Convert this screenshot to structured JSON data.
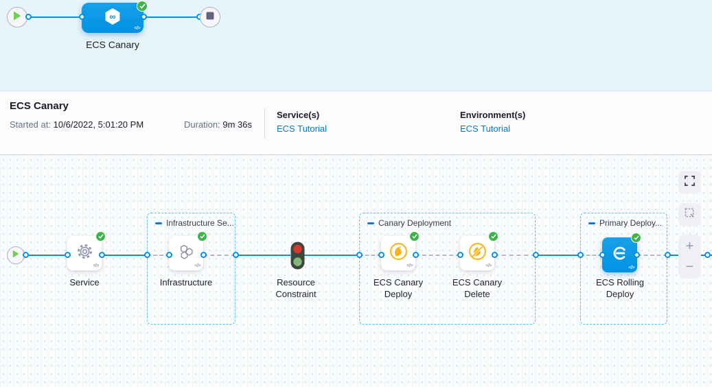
{
  "minimap": {
    "stage_label": "ECS Canary"
  },
  "header": {
    "title": "ECS Canary",
    "started_label": "Started at:",
    "started_value": "10/6/2022, 5:01:20 PM",
    "duration_label": "Duration:",
    "duration_value": "9m 36s",
    "services_label": "Service(s)",
    "services_link": "ECS Tutorial",
    "environments_label": "Environment(s)",
    "environments_link": "ECS Tutorial"
  },
  "graph": {
    "groups": [
      {
        "label": "Infrastructure Se..."
      },
      {
        "label": "Canary Deployment"
      },
      {
        "label": "Primary Deploy..."
      }
    ],
    "nodes": [
      {
        "label": "Service",
        "status": "success"
      },
      {
        "label": "Infrastructure",
        "status": "success"
      },
      {
        "label": "Resource Constraint",
        "status": "success"
      },
      {
        "label": "ECS Canary Deploy",
        "status": "success"
      },
      {
        "label": "ECS Canary Delete",
        "status": "success"
      },
      {
        "label": "ECS Rolling Deploy",
        "status": "success"
      }
    ],
    "code_glyph": "</>"
  },
  "controls": {
    "zoom_in": "+",
    "zoom_out": "−"
  },
  "colors": {
    "accent": "#0092e4",
    "success": "#3eb549",
    "link": "#0278d5",
    "warning": "#fcb41d"
  }
}
